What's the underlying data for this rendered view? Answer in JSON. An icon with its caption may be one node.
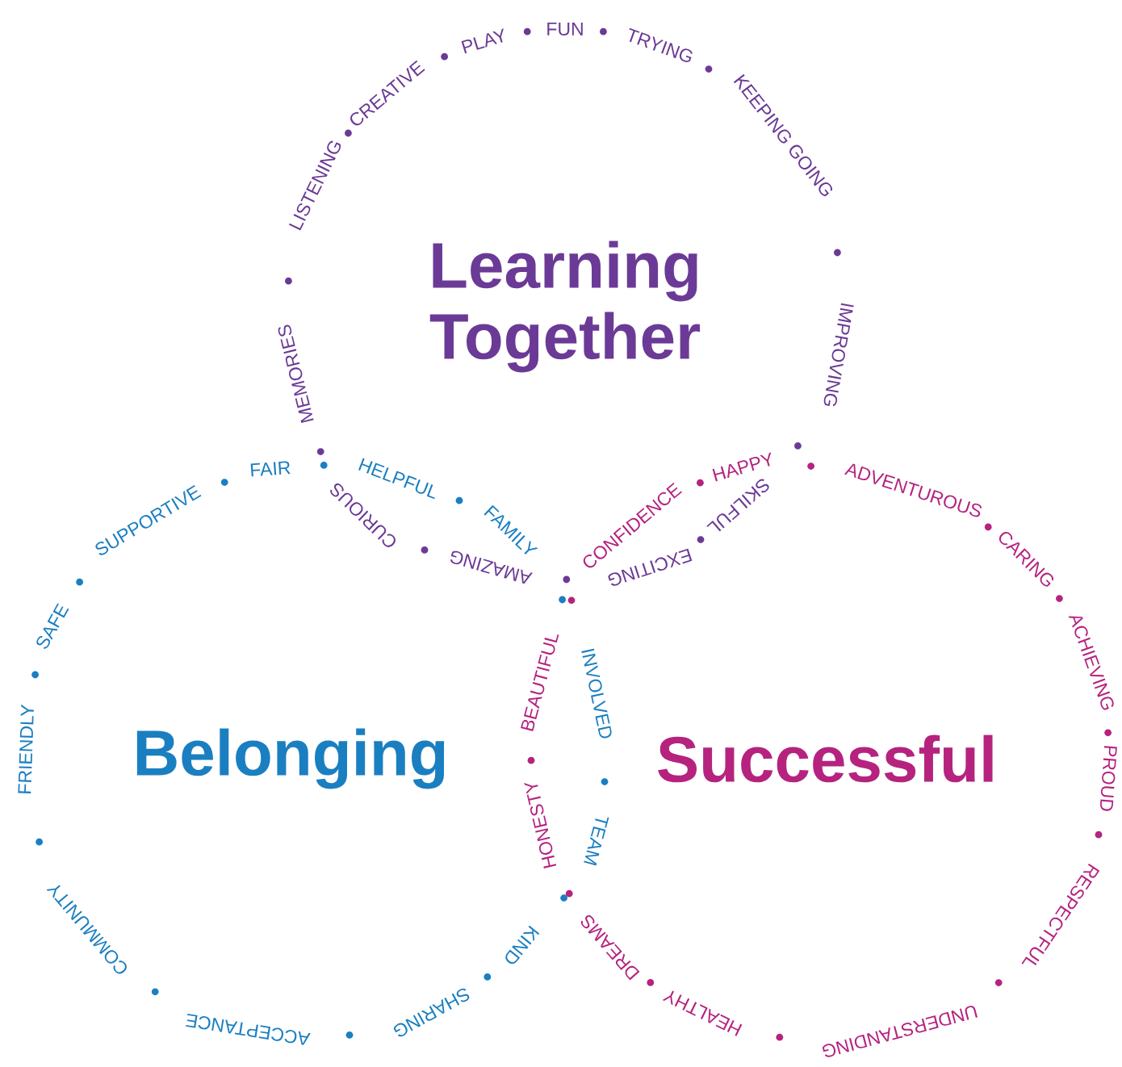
{
  "diagram": {
    "nodes": [
      {
        "text": [
          "Learning Together"
        ],
        "beside": [
          "LISTENING",
          "CREATIVE",
          "PLAY",
          "FUN",
          "TRYING",
          "KEEPING GOING",
          "SKILFUL",
          "EXCITING",
          "AMAZING",
          "CURIOUS",
          "MEMORIES"
        ]
      },
      {
        "text": [
          "Belonging"
        ],
        "beside": [
          "FRIENDLY",
          "SAFE",
          "SUPPORTIVE",
          "FAIR",
          "HELPFUL",
          "FAMILY",
          "KIND",
          "SHARING",
          "ACCEPTANCE",
          "COMMUNITY"
        ]
      },
      {
        "text": [
          "Successful"
        ],
        "beside": [
          "CONFIDENCE",
          "HAPPY",
          "ADVENTUROUS",
          "CARING",
          "ACHIEVING",
          "PROUD",
          "RESPECTFUL",
          "UNDERSTANDING",
          "HEALTHY",
          "DREAMS",
          "HONESTY",
          "BEAUTIFUL"
        ]
      }
    ],
    "labels": [
      "IMPROVING",
      "INVOLVED",
      "TEAM"
    ]
  }
}
